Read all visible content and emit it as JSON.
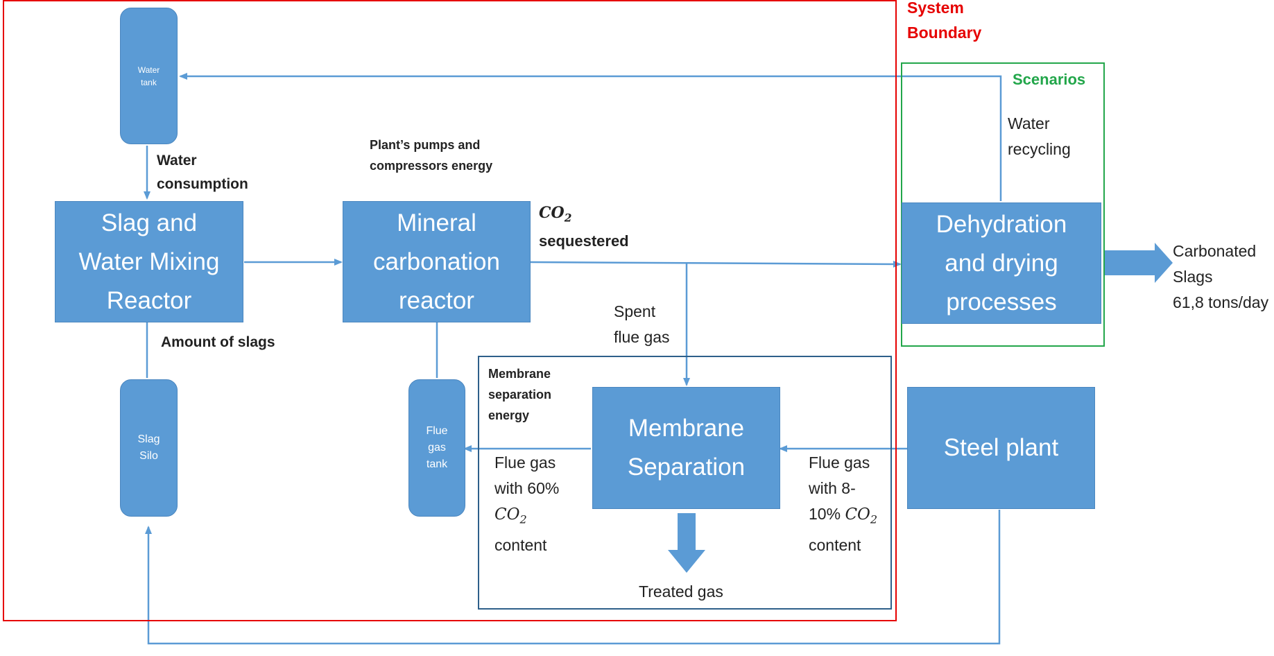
{
  "system_boundary": {
    "label": "System\nBoundary",
    "color": "#e60000"
  },
  "scenarios": {
    "label": "Scenarios",
    "color": "#22a64a"
  },
  "blocks": {
    "slag_mixing": "Slag and\nWater Mixing\nReactor",
    "mineral_reactor": "Mineral\ncarbonation\nreactor",
    "dehydration": "Dehydration\nand drying\nprocesses",
    "membrane": "Membrane\nSeparation",
    "steel_plant": "Steel plant"
  },
  "tanks": {
    "water_tank": "Water\ntank",
    "slag_silo": "Slag\nSilo",
    "flue_gas_tank": "Flue\ngas\ntank"
  },
  "labels": {
    "water_consumption": "Water\nconsumption",
    "amount_of_slags": "Amount of slags",
    "pumps_energy": "Plant’s pumps and\ncompressors energy",
    "co2": "CO",
    "co2_sub": "2",
    "sequestered": "sequestered",
    "spent_flue_gas": "Spent\nflue gas",
    "membrane_energy": "Membrane\nseparation\nenergy",
    "flue_gas_60_line1": "Flue gas",
    "flue_gas_60_line2": "with 60%",
    "flue_gas_60_line4": "content",
    "flue_gas_810_line1": "Flue gas",
    "flue_gas_810_line2": "with 8-",
    "flue_gas_810_line3": "10%",
    "flue_gas_810_line4": "content",
    "treated_gas": "Treated gas",
    "water_recycling": "Water\nrecycling",
    "carbonated_slags": "Carbonated\nSlags\n61,8 tons/day"
  },
  "colors": {
    "box_fill": "#5b9bd5",
    "arrow": "#5b9bd5",
    "membrane_frame": "#2e5f8a"
  }
}
